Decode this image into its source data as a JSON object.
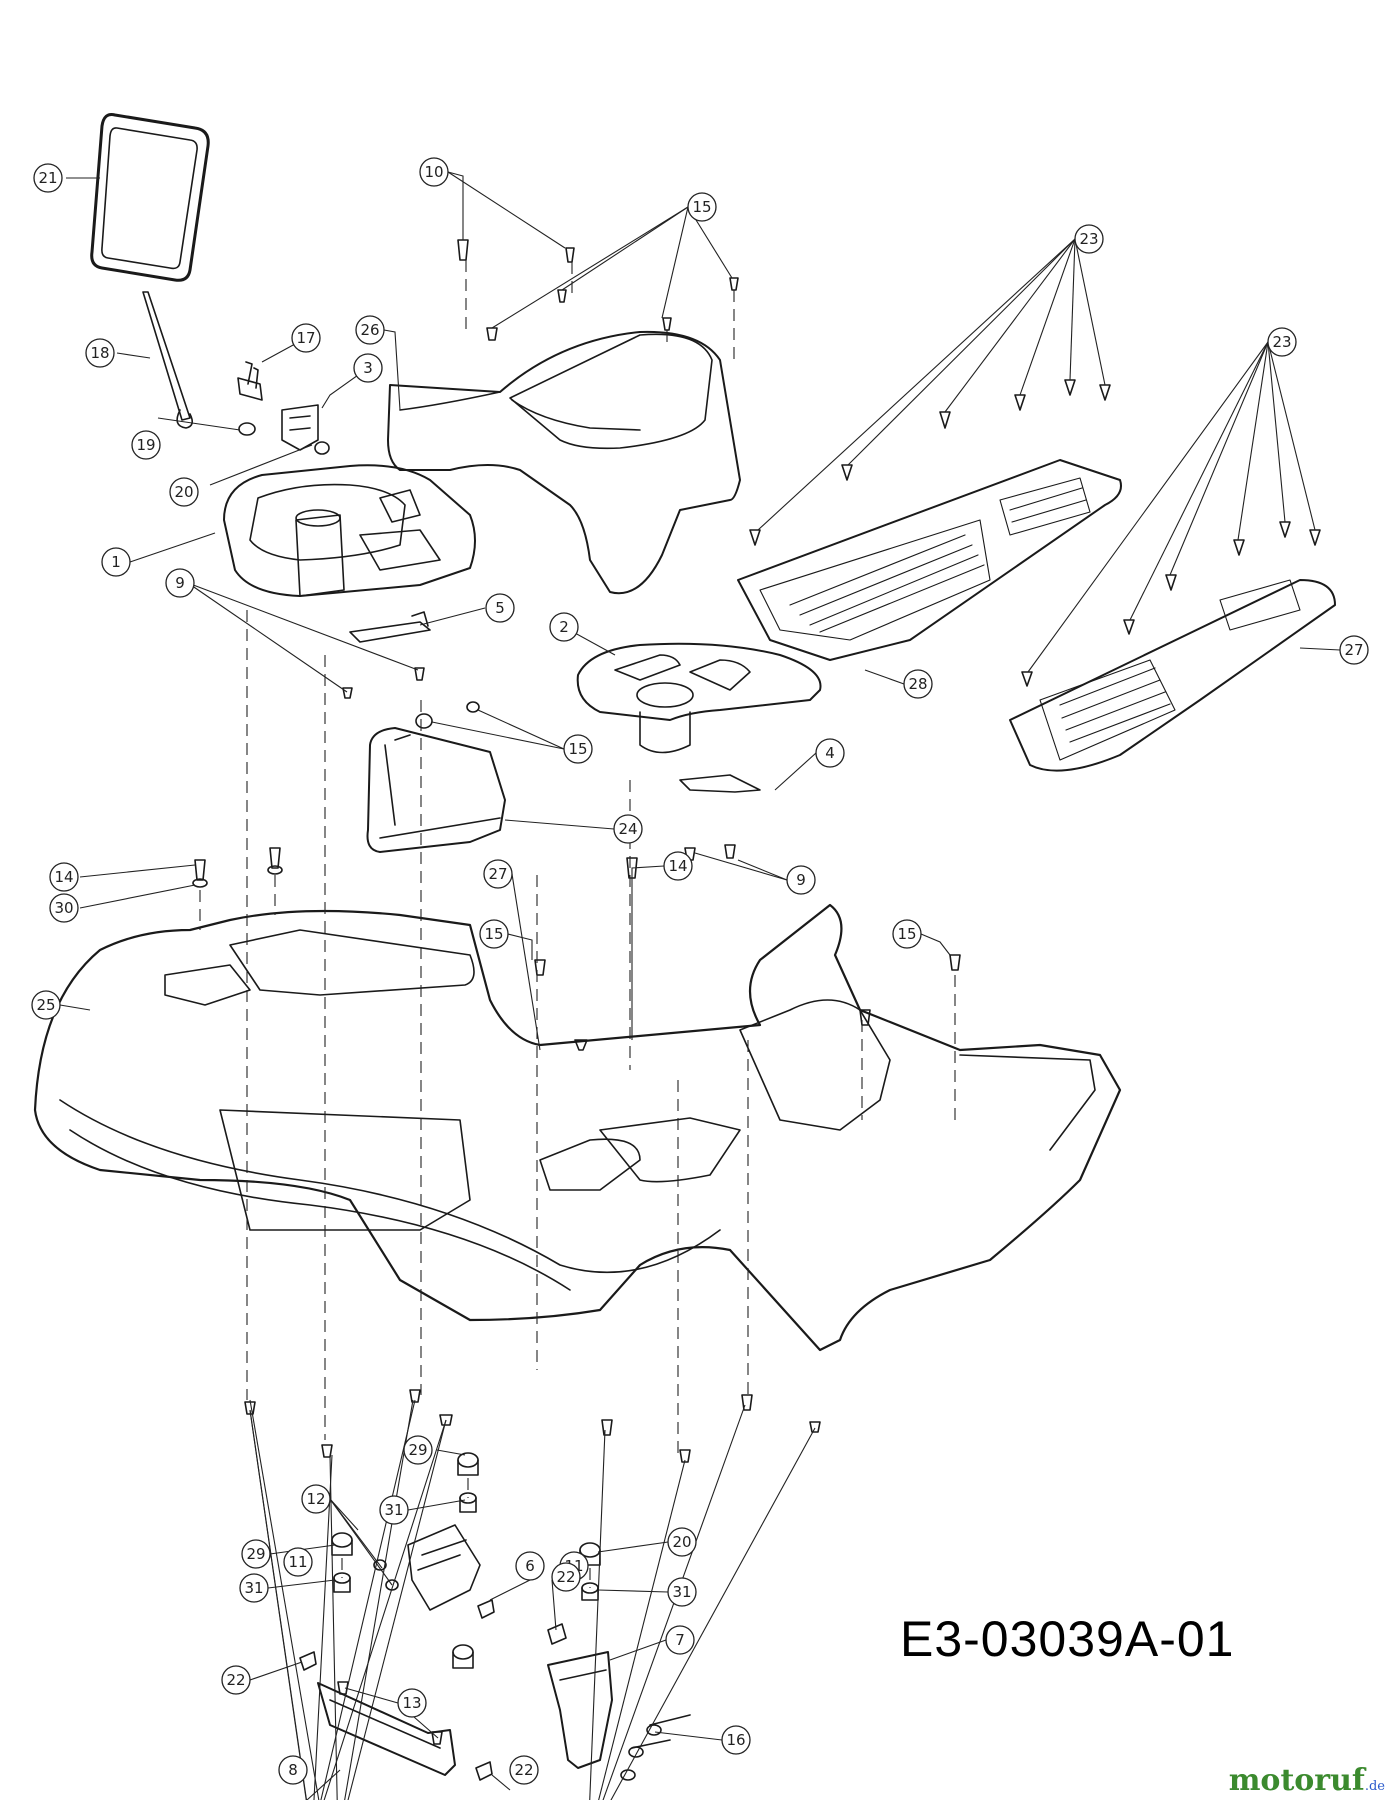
{
  "diagram": {
    "code": "E3-03039A-01",
    "watermark": {
      "brand": "motoruf",
      "tld": ".de"
    },
    "callouts": [
      {
        "n": "21"
      },
      {
        "n": "18"
      },
      {
        "n": "17"
      },
      {
        "n": "3"
      },
      {
        "n": "19"
      },
      {
        "n": "20"
      },
      {
        "n": "1"
      },
      {
        "n": "9"
      },
      {
        "n": "5"
      },
      {
        "n": "26"
      },
      {
        "n": "10"
      },
      {
        "n": "15"
      },
      {
        "n": "23"
      },
      {
        "n": "23"
      },
      {
        "n": "2"
      },
      {
        "n": "28"
      },
      {
        "n": "27"
      },
      {
        "n": "15"
      },
      {
        "n": "4"
      },
      {
        "n": "24"
      },
      {
        "n": "9"
      },
      {
        "n": "14"
      },
      {
        "n": "30"
      },
      {
        "n": "27"
      },
      {
        "n": "14"
      },
      {
        "n": "15"
      },
      {
        "n": "15"
      },
      {
        "n": "25"
      },
      {
        "n": "11"
      },
      {
        "n": "11"
      },
      {
        "n": "29"
      },
      {
        "n": "31"
      },
      {
        "n": "12"
      },
      {
        "n": "6"
      },
      {
        "n": "22"
      },
      {
        "n": "20"
      },
      {
        "n": "29"
      },
      {
        "n": "31"
      },
      {
        "n": "31"
      },
      {
        "n": "22"
      },
      {
        "n": "13"
      },
      {
        "n": "7"
      },
      {
        "n": "16"
      },
      {
        "n": "8"
      },
      {
        "n": "22"
      }
    ]
  }
}
